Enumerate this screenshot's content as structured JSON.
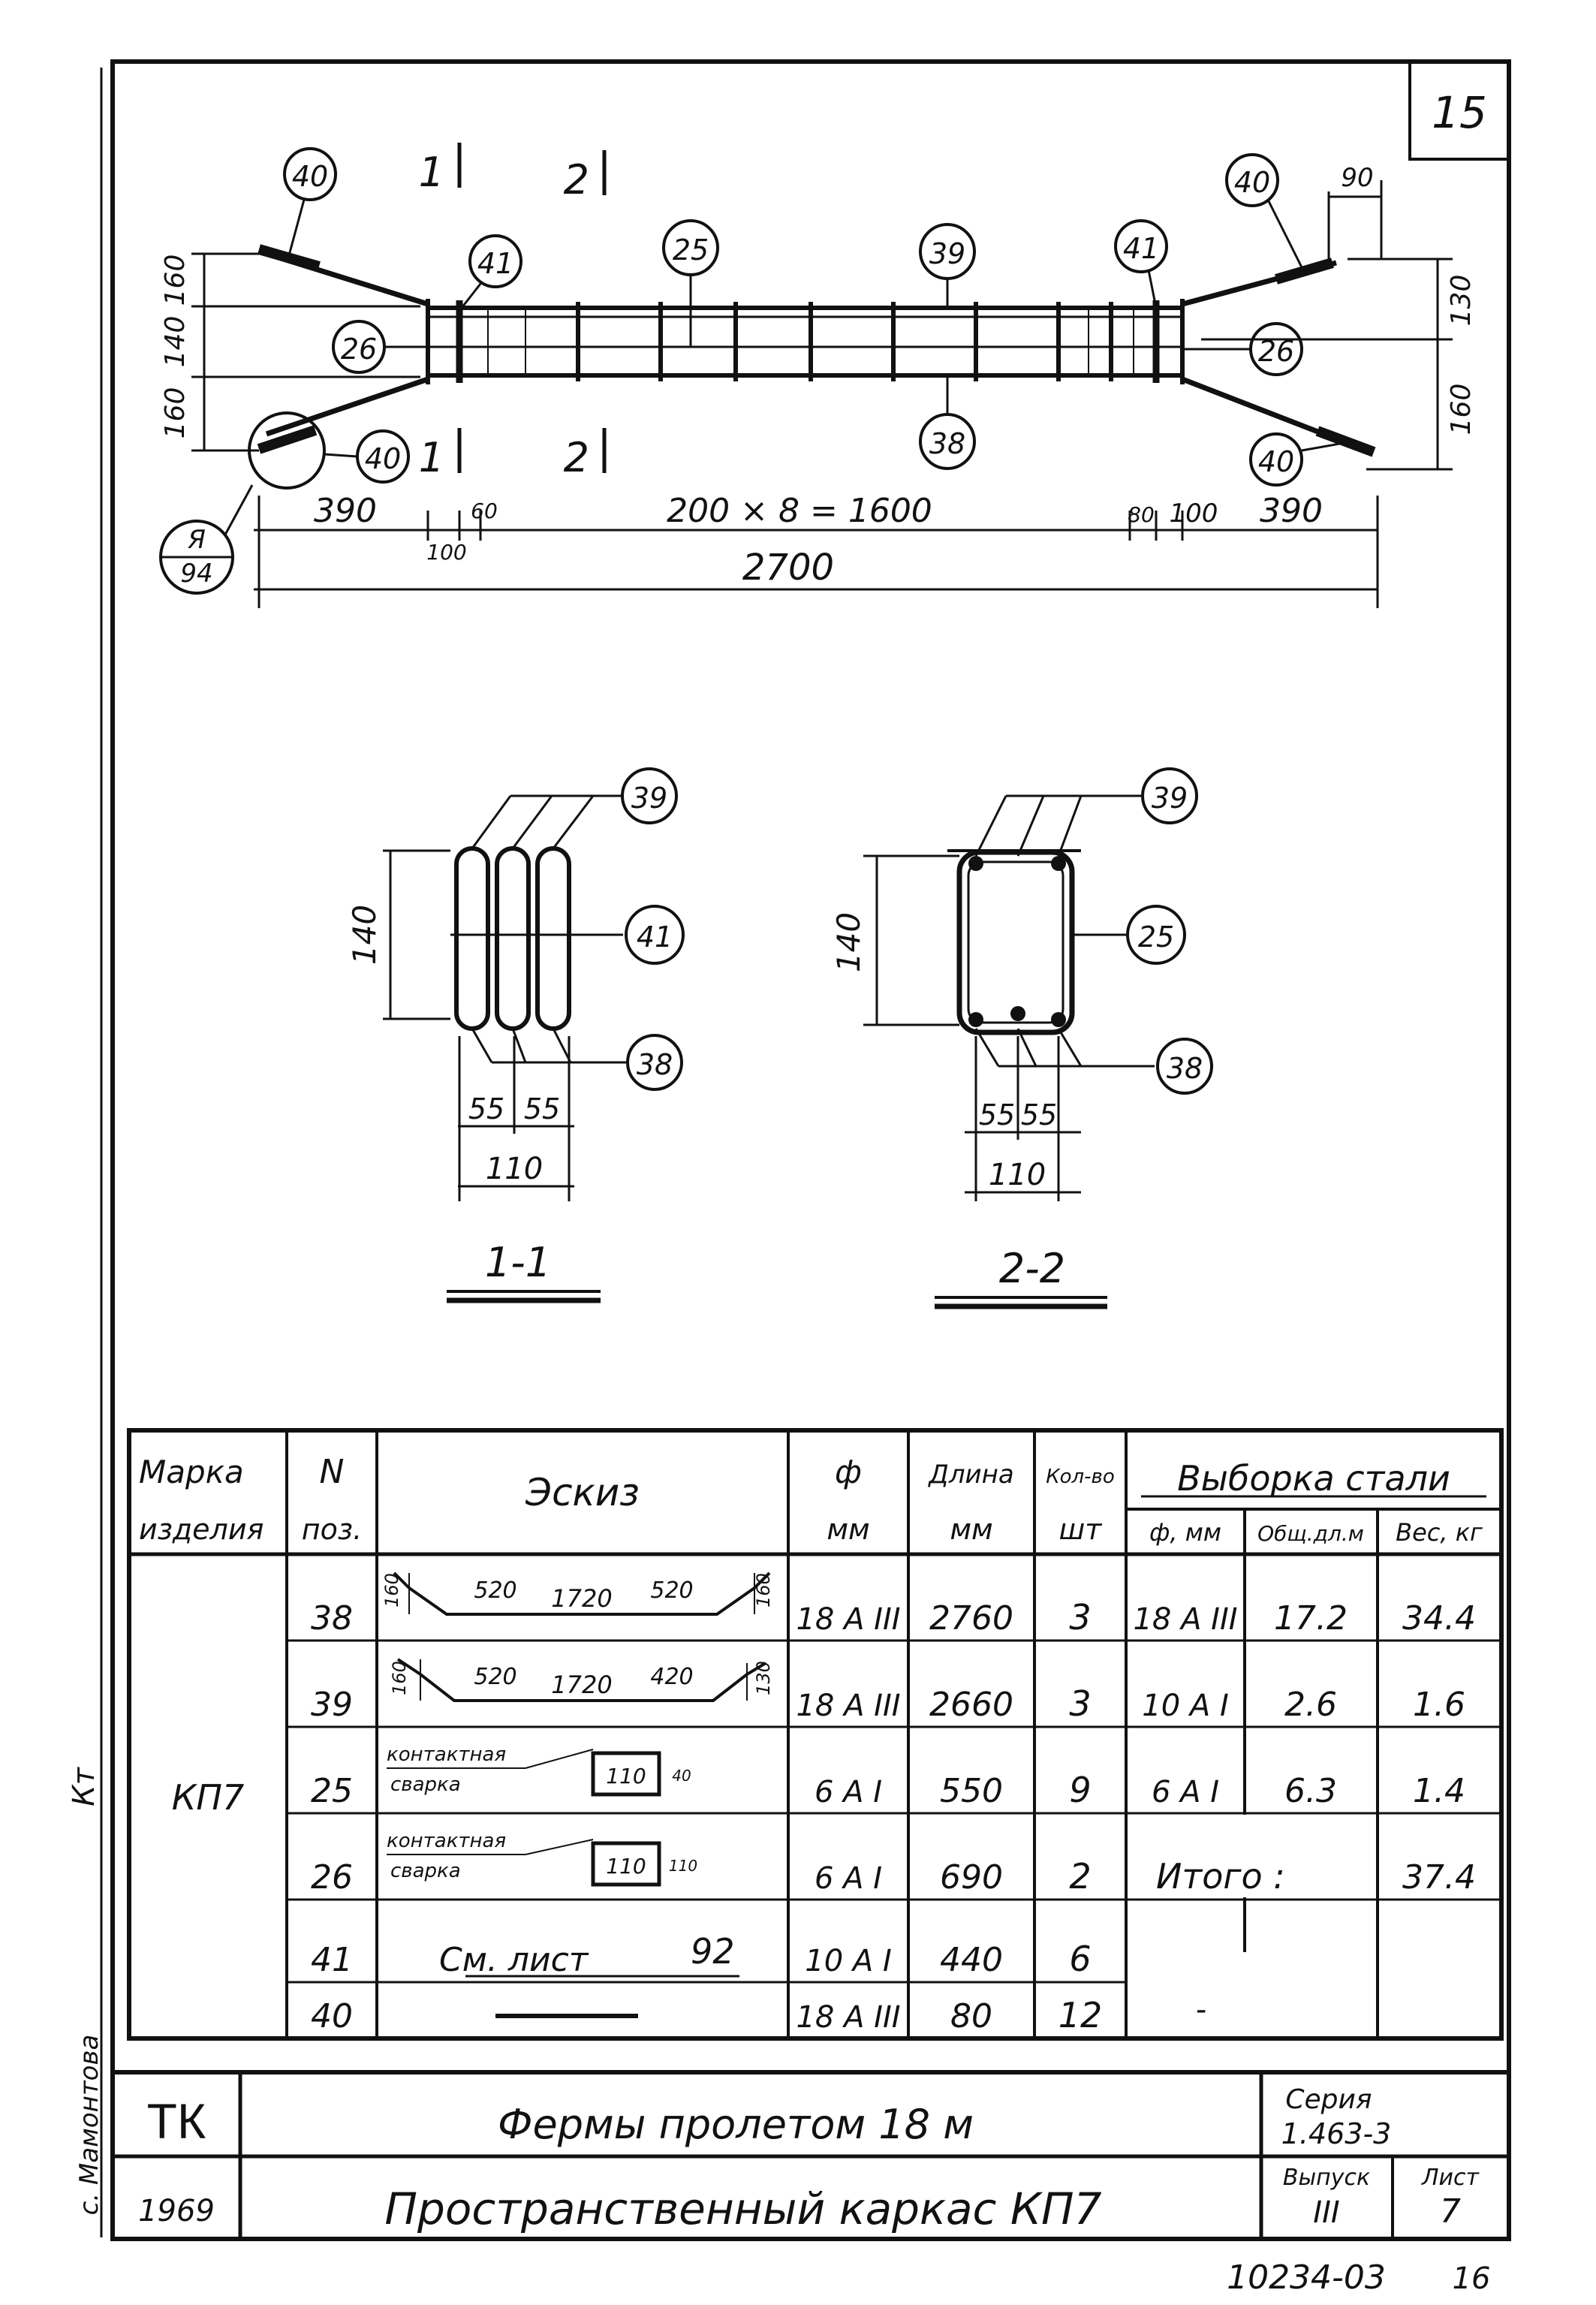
{
  "sheet": {
    "corner_number": "15",
    "bottom_code": "10234-03",
    "bottom_page": "16"
  },
  "plan": {
    "pos_labels": [
      "40",
      "41",
      "25",
      "39",
      "41",
      "40",
      "26",
      "26",
      "38",
      "40",
      "40"
    ],
    "section_marks": [
      "1",
      "2",
      "1",
      "2"
    ],
    "left_vertical_dims": [
      "160",
      "140",
      "160"
    ],
    "right_vertical_dims": [
      "130",
      "160"
    ],
    "top_right_dim": "90",
    "dim_chain": [
      "390",
      "60",
      "200 × 8 = 1600",
      "80",
      "100",
      "390"
    ],
    "dim_100_lower": "100",
    "total_length": "2700",
    "node_ref_top": "Я",
    "node_ref_bottom": "94"
  },
  "section_1_1": {
    "title": "1-1",
    "labels": [
      "39",
      "41",
      "38"
    ],
    "height_dim": "140",
    "spacing_dims": [
      "55",
      "55"
    ],
    "width_dim": "110"
  },
  "section_2_2": {
    "title": "2-2",
    "labels": [
      "39",
      "25",
      "38"
    ],
    "height_dim": "140",
    "spacing_dims": [
      "55",
      "55"
    ],
    "width_dim": "110"
  },
  "spec_table": {
    "headers": {
      "mark_1": "Марка",
      "mark_2": "изделия",
      "pos_1": "N",
      "pos_2": "поз.",
      "sketch": "Эскиз",
      "dia_1": "ф",
      "dia_2": "мм",
      "len_1": "Длина",
      "len_2": "мм",
      "qty_1": "Кол-во",
      "qty_2": "шт",
      "steel_group": "Выборка стали",
      "steel_dia": "ф, мм",
      "steel_total": "Общ.дл.м",
      "steel_weight": "Вес, кг"
    },
    "mark": "КП7",
    "rows": [
      {
        "pos": "38",
        "dia": "18 А III",
        "length": "2760",
        "qty": "3"
      },
      {
        "pos": "39",
        "dia": "18 А III",
        "length": "2660",
        "qty": "3"
      },
      {
        "pos": "25",
        "dia": "6 А I",
        "length": "550",
        "qty": "9"
      },
      {
        "pos": "26",
        "dia": "6 А I",
        "length": "690",
        "qty": "2"
      },
      {
        "pos": "41",
        "dia": "10 А I",
        "length": "440",
        "qty": "6"
      },
      {
        "pos": "40",
        "dia": "18 А III",
        "length": "80",
        "qty": "12"
      }
    ],
    "sketches": {
      "r38": {
        "a": "160",
        "b": "520",
        "c": "1720",
        "d": "520",
        "e": "160"
      },
      "r39": {
        "a": "160",
        "b": "520",
        "c": "1720",
        "d": "420",
        "e": "130"
      },
      "r25": {
        "weld_1": "контактная",
        "weld_2": "сварка",
        "size": "110",
        "side": "40"
      },
      "r26": {
        "weld_1": "контактная",
        "weld_2": "сварка",
        "size": "110",
        "side": "110"
      },
      "r41_text": "См. лист",
      "r41_sheet": "92"
    },
    "steel_rows": [
      {
        "dia": "18 А III",
        "total": "17.2",
        "weight": "34.4"
      },
      {
        "dia": "10 А I",
        "total": "2.6",
        "weight": "1.6"
      },
      {
        "dia": "6 А I",
        "total": "6.3",
        "weight": "1.4"
      }
    ],
    "total_label": "Итого :",
    "total_value": "37.4",
    "dash": "-"
  },
  "title_block": {
    "org": "ТК",
    "year": "1969",
    "title_1": "Фермы пролетом 18 м",
    "title_2": "Пространственный каркас КП7",
    "series_label": "Серия",
    "series_value": "1.463-3",
    "issue_label": "Выпуск",
    "issue_value": "III",
    "sheet_label": "Лист",
    "sheet_value": "7"
  },
  "margin_text": {
    "lower": "с. Мамонтова",
    "upper": "Кт"
  }
}
